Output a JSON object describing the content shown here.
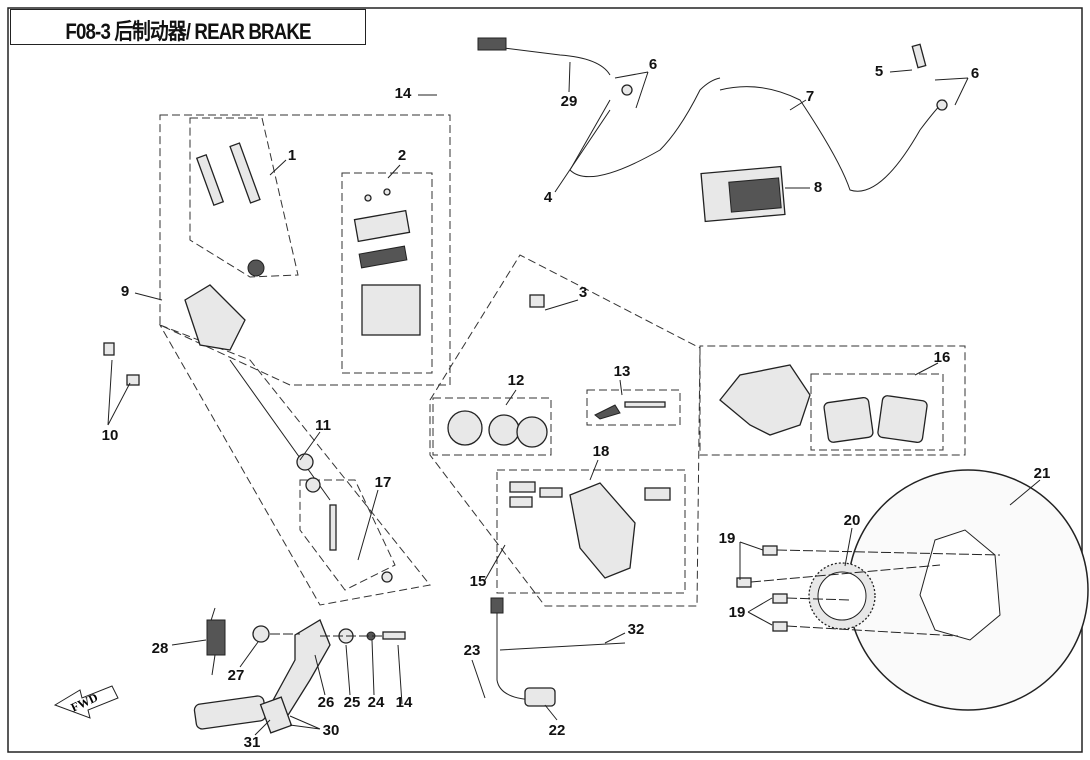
{
  "title": "F08-3 后制动器/ REAR BRAKE",
  "fwd_label": "FWD",
  "callouts": [
    "1",
    "2",
    "3",
    "4",
    "5",
    "6",
    "6",
    "7",
    "8",
    "9",
    "10",
    "11",
    "12",
    "13",
    "14",
    "14",
    "15",
    "16",
    "17",
    "18",
    "19",
    "19",
    "20",
    "21",
    "22",
    "23",
    "24",
    "25",
    "26",
    "27",
    "28",
    "29",
    "30",
    "31",
    "32"
  ]
}
